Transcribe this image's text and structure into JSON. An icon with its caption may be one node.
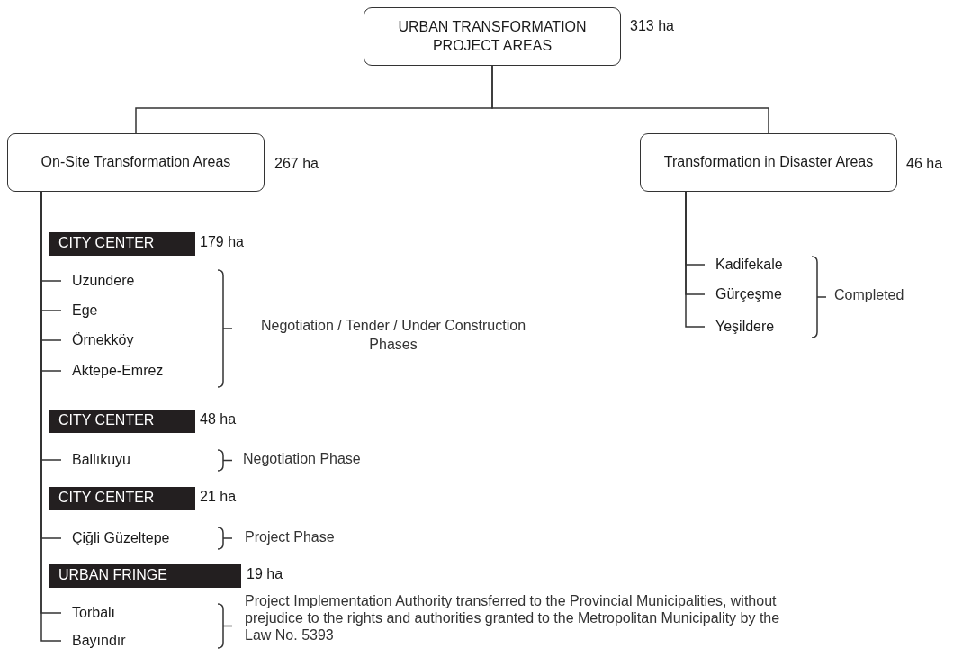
{
  "diagram": {
    "nodes": [
      {
        "text": [
          "URBAN TRANSFORMATION PROJECT AREAS"
        ],
        "beside": [
          "313 ha"
        ]
      },
      {
        "text": [
          "On-Site Transformation Areas"
        ],
        "beside": [
          "267 ha"
        ]
      },
      {
        "text": [
          "Transformation in Disaster Areas"
        ],
        "beside": [
          "46 ha"
        ]
      },
      {
        "text": [
          "CITY CENTER"
        ],
        "beside": [
          "179 ha"
        ]
      },
      {
        "text": [
          "Uzundere"
        ]
      },
      {
        "text": [
          "Ege"
        ]
      },
      {
        "text": [
          "Örnekköy"
        ]
      },
      {
        "text": [
          "Aktepe-Emrez"
        ]
      },
      {
        "text": [
          "CITY CENTER"
        ],
        "beside": [
          "48 ha"
        ]
      },
      {
        "text": [
          "Ballıkuyu"
        ]
      },
      {
        "text": [
          "CITY CENTER"
        ],
        "beside": [
          "21 ha"
        ]
      },
      {
        "text": [
          "Çiğli Güzeltepe"
        ]
      },
      {
        "text": [
          "URBAN FRINGE"
        ],
        "beside": [
          "19 ha"
        ]
      },
      {
        "text": [
          "Torbalı"
        ]
      },
      {
        "text": [
          "Bayındır"
        ]
      },
      {
        "text": [
          "Kadifekale"
        ]
      },
      {
        "text": [
          "Gürçeşme"
        ]
      },
      {
        "text": [
          "Yeşildere"
        ]
      }
    ],
    "edges": [
      {
        "from": 0,
        "to": 1,
        "arrow": "none"
      },
      {
        "from": 0,
        "to": 2,
        "arrow": "none"
      },
      {
        "from": 1,
        "to": 4,
        "arrow": "none"
      },
      {
        "from": 1,
        "to": 5,
        "arrow": "none"
      },
      {
        "from": 1,
        "to": 6,
        "arrow": "none"
      },
      {
        "from": 1,
        "to": 7,
        "arrow": "none"
      },
      {
        "from": 1,
        "to": 9,
        "arrow": "none"
      },
      {
        "from": 1,
        "to": 11,
        "arrow": "none"
      },
      {
        "from": 1,
        "to": 13,
        "arrow": "none"
      },
      {
        "from": 1,
        "to": 14,
        "arrow": "none"
      },
      {
        "from": 2,
        "to": 15,
        "arrow": "none"
      },
      {
        "from": 2,
        "to": 16,
        "arrow": "none"
      },
      {
        "from": 2,
        "to": 17,
        "arrow": "none"
      }
    ],
    "labels": [
      "Negotiation / Tender / Under Construction Phases",
      "Negotiation Phase",
      "Project Phase",
      "Project Implementation Authority transferred to the Provincial Municipalities, without prejudice to the rights and authorities granted to the Metropolitan Municipality by the Law No. 5393",
      "Completed"
    ]
  }
}
